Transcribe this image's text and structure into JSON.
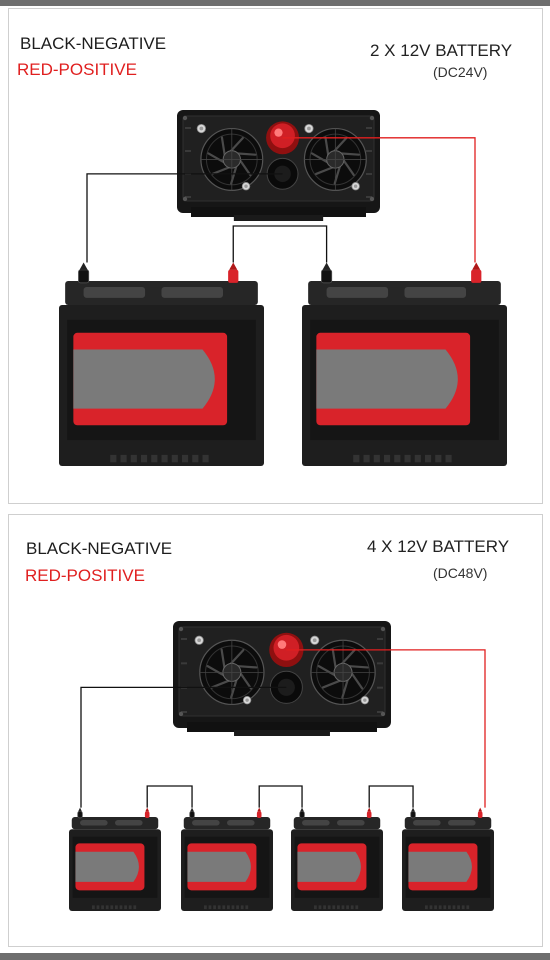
{
  "panels": [
    {
      "negative_label": "BLACK-NEGATIVE",
      "positive_label": "RED-POSITIVE",
      "title": "2 X 12V BATTERY",
      "subtitle": "(DC24V)",
      "battery_count": 2
    },
    {
      "negative_label": "BLACK-NEGATIVE",
      "positive_label": "RED-POSITIVE",
      "title": "4 X 12V BATTERY",
      "subtitle": "(DC48V)",
      "battery_count": 4
    }
  ],
  "colors": {
    "negative_wire": "#111111",
    "positive_wire": "#e01f1f",
    "battery_body": "#1e1e1e",
    "battery_stripe": "#d9232a",
    "label_window": "#7a7a7a",
    "inverter_body": "#161616"
  },
  "icons": [
    "fan-icon",
    "positive-terminal-icon",
    "negative-terminal-icon",
    "screw-icon"
  ]
}
